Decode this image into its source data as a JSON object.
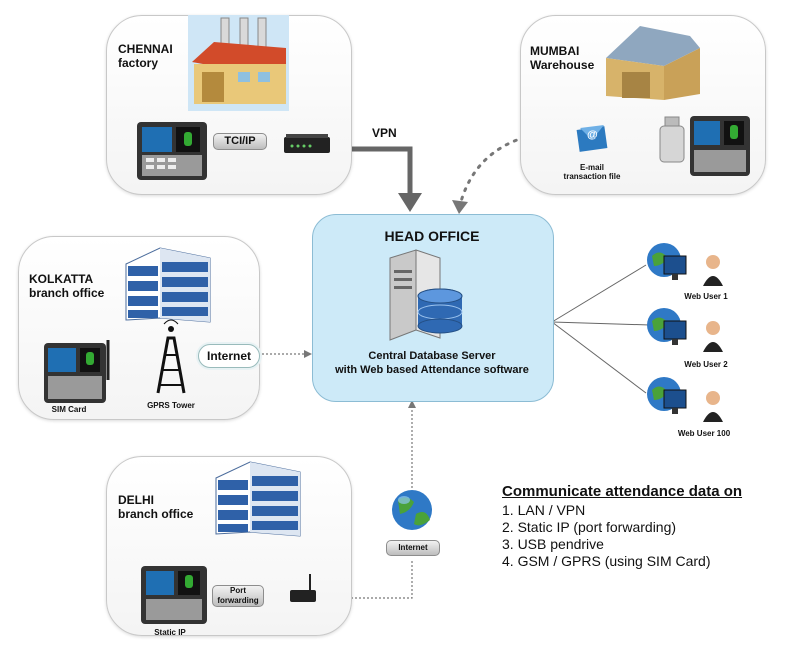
{
  "chennai": {
    "title": "CHENNAI\nfactory",
    "link_label": "TCI/IP"
  },
  "mumbai": {
    "title": "MUMBAI\nWarehouse",
    "email_label": "E-mail\ntransaction file"
  },
  "kolkatta": {
    "title": "KOLKATTA\nbranch office",
    "sim_label": "SIM Card",
    "tower_label": "GPRS Tower",
    "cloud_label": "Internet"
  },
  "delhi": {
    "title": "DELHI\nbranch office",
    "port_label": "Port\nforwarding",
    "ip_label": "Static IP",
    "globe_label": "Internet"
  },
  "vpn_label": "VPN",
  "head_office": {
    "title": "HEAD OFFICE",
    "server_label": "Central Database Server\nwith Web based Attendance software"
  },
  "web_users": [
    "Web User 1",
    "Web User 2",
    "Web User 100"
  ],
  "communicate": {
    "title": "Communicate attendance data on",
    "items": [
      "1. LAN / VPN",
      "2. Static IP (port forwarding)",
      "3. USB pendrive",
      "4. GSM / GPRS (using SIM Card)"
    ]
  }
}
